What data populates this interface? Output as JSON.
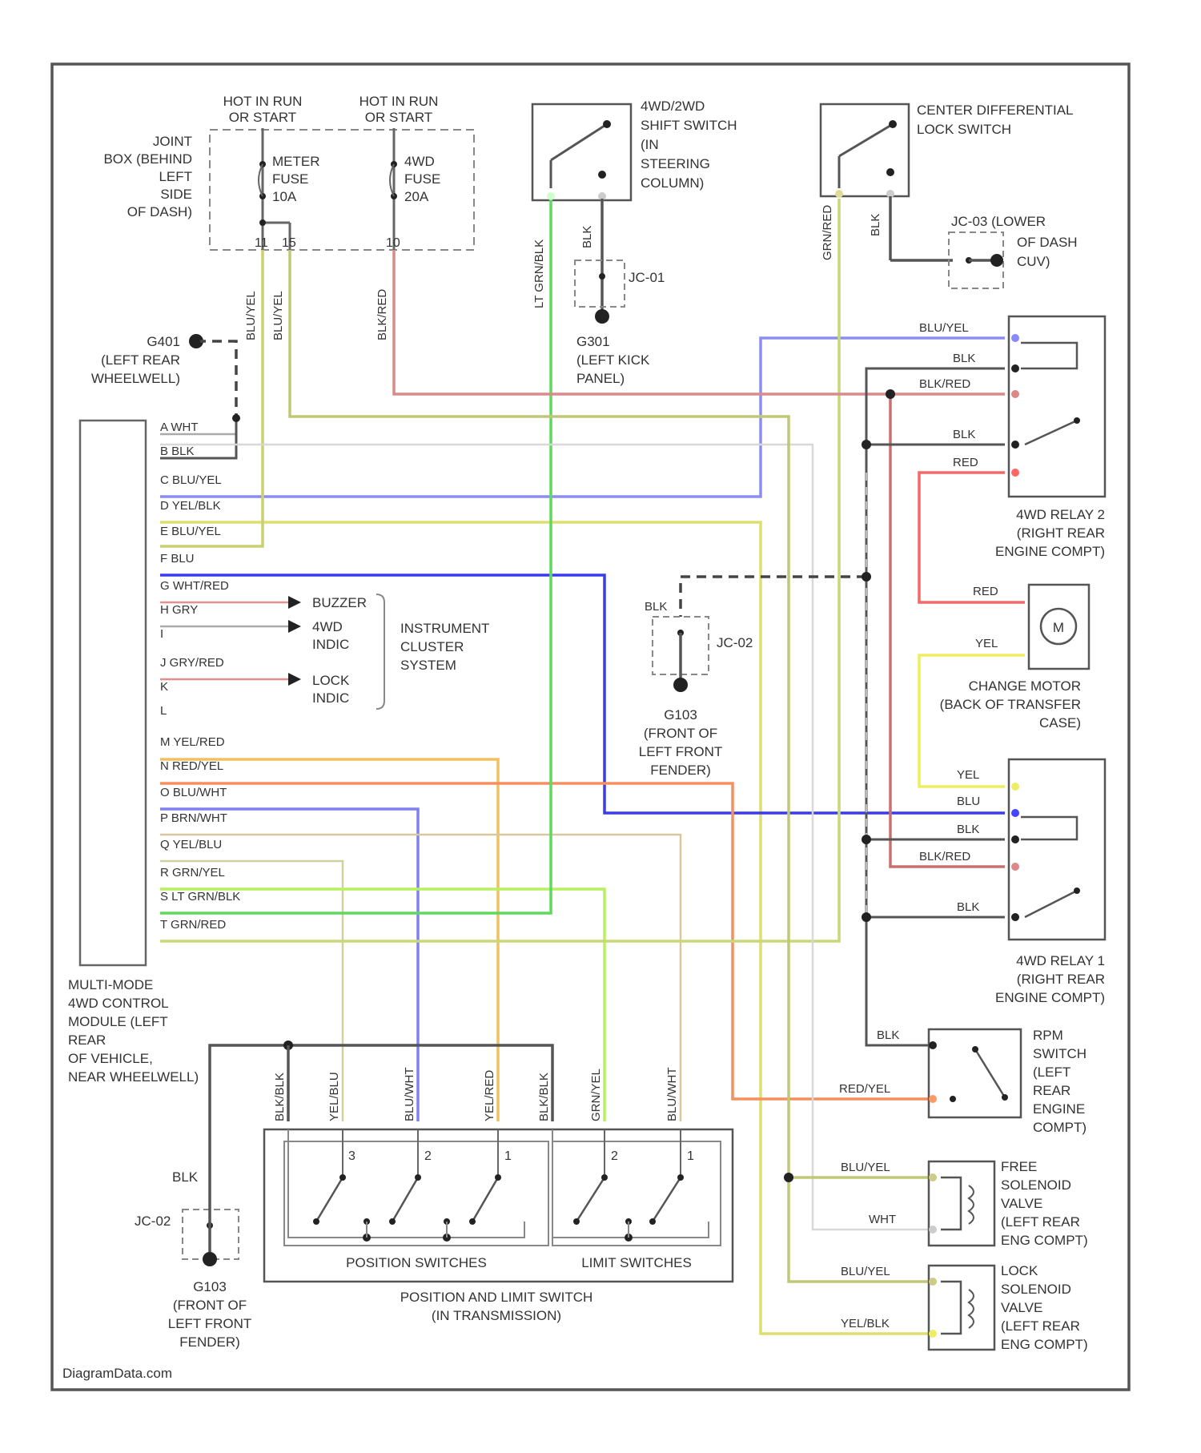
{
  "colors": {
    "frame": "#555555",
    "wire_blu_yel": "#8b8ef0",
    "wire_blk_red": "#d98a8a",
    "wire_red": "#f06a6a",
    "wire_yel": "#eeee60",
    "wire_blu": "#3a3af0",
    "wire_yel_red": "#f2c060",
    "wire_red_yel": "#f49060",
    "wire_blu_wht": "#8080f0",
    "wire_grn_yel": "#b8f060",
    "wire_lt_grn_blk": "#60d860",
    "wire_grn_red": "#c8d870",
    "wire_olive": "#c0c878",
    "wire_wht": "#d8d8d8",
    "wire_brn_wht": "#d8c8a0",
    "wire_yel_blu": "#d0d0a0"
  },
  "fuse_panel": {
    "hot_run_left_1": "HOT IN RUN",
    "hot_run_left_2": "OR START",
    "hot_run_right_1": "HOT IN RUN",
    "hot_run_right_2": "OR START",
    "jb_label": [
      "JOINT",
      "BOX (BEHIND",
      "LEFT",
      "SIDE",
      "OF DASH)"
    ],
    "meter_fuse": [
      "METER",
      "FUSE",
      "10A"
    ],
    "awd_fuse": [
      "4WD",
      "FUSE",
      "20A"
    ],
    "pins": [
      "11",
      "15",
      "10"
    ]
  },
  "components": {
    "awd_shift_switch": [
      "4WD/2WD",
      "SHIFT SWITCH",
      "(IN",
      "STEERING",
      "COLUMN)"
    ],
    "center_diff_switch": [
      "CENTER DIFFERENTIAL",
      "LOCK SWITCH"
    ],
    "jc_label_1": "JC-03 (LOWER",
    "jc_label_2": [
      "OF DASH",
      "CUV)"
    ],
    "jc_01": "JC-01",
    "g_left_kick": [
      "G301",
      "(LEFT KICK",
      "PANEL)"
    ],
    "g_left_rear": [
      "G401",
      "(LEFT REAR",
      "WHEELWELL)"
    ],
    "jc_02": "JC-02",
    "g_front_fender_mid": [
      "G103",
      "(FRONT OF",
      "LEFT FRONT",
      "FENDER)"
    ],
    "g_front_fender_bot": [
      "G103",
      "(FRONT OF",
      "LEFT FRONT",
      "FENDER)"
    ],
    "jc_02_bot": "JC-02",
    "relay2": [
      "4WD RELAY 2",
      "(RIGHT REAR",
      "ENGINE COMPT)"
    ],
    "relay1": [
      "4WD RELAY 1",
      "(RIGHT REAR",
      "ENGINE COMPT)"
    ],
    "motor": [
      "CHANGE MOTOR",
      "(BACK OF TRANSFER",
      "CASE)"
    ],
    "motor_symbol": "M",
    "rpm_switch": [
      "RPM",
      "SWITCH",
      "(LEFT",
      "REAR",
      "ENGINE",
      "COMPT)"
    ],
    "free_valve": [
      "FREE",
      "SOLENOID",
      "VALVE",
      "(LEFT REAR",
      "ENG COMPT)"
    ],
    "lock_valve": [
      "LOCK",
      "SOLENOID",
      "VALVE",
      "(LEFT REAR",
      "ENG COMPT)"
    ],
    "module": [
      "MULTI-MODE",
      "4WD CONTROL",
      "MODULE (LEFT",
      "REAR",
      "OF VEHICLE,",
      "NEAR WHEELWELL)"
    ],
    "cluster": [
      "INSTRUMENT",
      "CLUSTER",
      "SYSTEM"
    ],
    "cluster_items": [
      "BUZZER",
      "4WD",
      "INDIC",
      "LOCK",
      "INDIC"
    ],
    "position_switches": "POSITION SWITCHES",
    "limit_switches": "LIMIT SWITCHES",
    "switch_assy": [
      "POSITION AND LIMIT SWITCH",
      "(IN TRANSMISSION)"
    ],
    "switch_nums": [
      "3",
      "2",
      "1",
      "2",
      "1"
    ],
    "footer": "DiagramData.com"
  },
  "module_pins": [
    "A",
    "B",
    "C",
    "D",
    "E",
    "F",
    "G",
    "H",
    "I",
    "J",
    "K",
    "L",
    "M",
    "N",
    "O",
    "P",
    "Q",
    "R",
    "S",
    "T"
  ],
  "module_wires": [
    "WHT",
    "BLK",
    "BLU/YEL",
    "YEL/BLK",
    "BLU/YEL",
    "BLU",
    "WHT/RED",
    "GRY",
    "",
    "GRY/RED",
    "",
    "",
    "YEL/RED",
    "RED/YEL",
    "BLU/WHT",
    "BRN/WHT",
    "YEL/BLU",
    "GRN/YEL",
    "LT GRN/BLK",
    "GRN/RED"
  ],
  "wire_labels": {
    "blk": "BLK",
    "blu_yel": "BLU/YEL",
    "blk_red": "BLK/RED",
    "red": "RED",
    "yel": "YEL",
    "wht": "WHT",
    "red_yel": "RED/YEL",
    "yel_blk": "YEL/BLK",
    "blu": "BLU",
    "v_blu_yel": "BLU/YEL",
    "v_blk_red": "BLK/RED",
    "v_ltgrn": "LT GRN/BLK",
    "v_grn_red": "GRN/RED",
    "v_blk": "BLK",
    "sw_wires": [
      "BLK",
      "YEL",
      "BLU",
      "YEL",
      "BLK",
      "GRN",
      "BLU"
    ],
    "sw_wires2": [
      "BLK",
      "BLU",
      "WHT",
      "RED",
      "BLK",
      "YEL",
      "WHT"
    ]
  }
}
